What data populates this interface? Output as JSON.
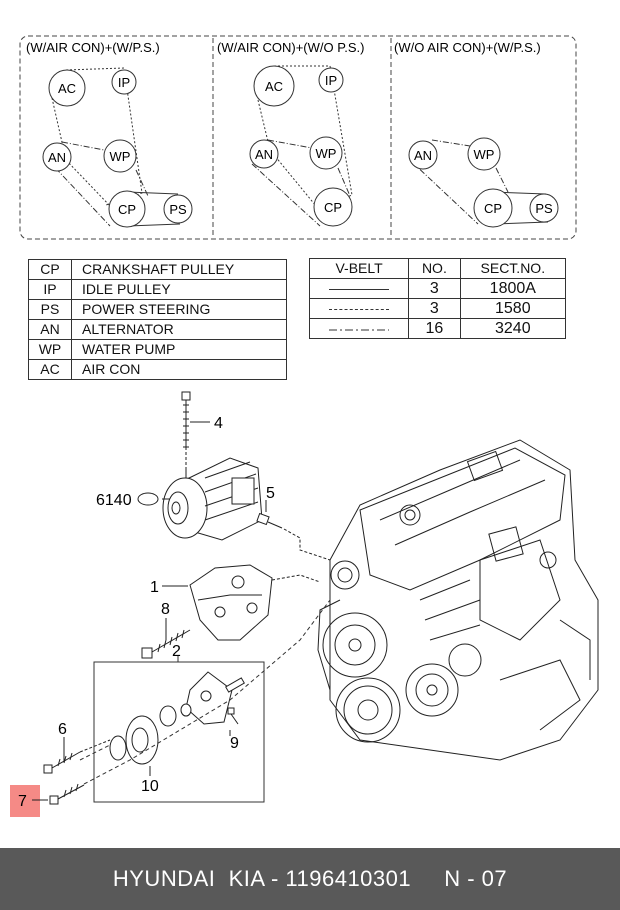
{
  "belt_sections": [
    {
      "title": "(W/AIR CON)+(W/P.S.)"
    },
    {
      "title": "(W/AIR CON)+(W/O P.S.)"
    },
    {
      "title": "(W/O AIR CON)+(W/P.S.)"
    }
  ],
  "pulleys": {
    "ac": "AC",
    "ip": "IP",
    "an": "AN",
    "wp": "WP",
    "cp": "CP",
    "ps": "PS"
  },
  "legend": [
    {
      "code": "CP",
      "name": "CRANKSHAFT PULLEY"
    },
    {
      "code": "IP",
      "name": "IDLE PULLEY"
    },
    {
      "code": "PS",
      "name": "POWER STEERING"
    },
    {
      "code": "AN",
      "name": "ALTERNATOR"
    },
    {
      "code": "WP",
      "name": "WATER PUMP"
    },
    {
      "code": "AC",
      "name": "AIR CON"
    }
  ],
  "belt_table": {
    "headers": [
      "V-BELT",
      "NO.",
      "SECT.NO."
    ],
    "rows": [
      {
        "style": "solid",
        "no": "3",
        "sect": "1800A"
      },
      {
        "style": "dashed",
        "no": "3",
        "sect": "1580"
      },
      {
        "style": "dash-dot",
        "no": "16",
        "sect": "3240"
      }
    ]
  },
  "callouts": {
    "c1": "1",
    "c2": "2",
    "c4": "4",
    "c5": "5",
    "c6": "6",
    "c7": "7",
    "c8": "8",
    "c9": "9",
    "c10": "10",
    "ref_6140": "6140"
  },
  "highlight_color": "#f58a86",
  "footer": {
    "text": "HYUNDAI  KIA - 1196410301     N - 07"
  }
}
